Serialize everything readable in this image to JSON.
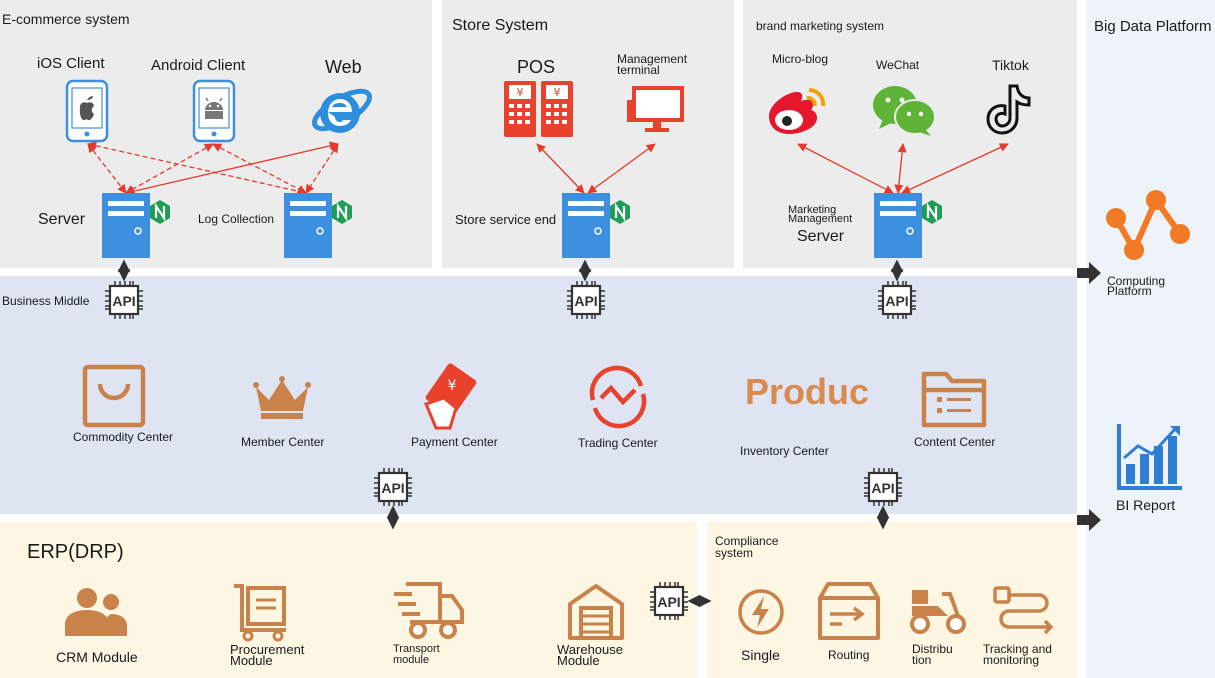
{
  "sections": {
    "ecommerce": "E-commerce system",
    "store": "Store System",
    "brand": "brand marketing system",
    "bigdata": "Big Data Platform",
    "middle": "Business Middle",
    "erp": "ERP(DRP)",
    "compliance_l1": "Compliance",
    "compliance_l2": "system"
  },
  "ecommerce": {
    "ios": "iOS Client",
    "android": "Android Client",
    "web": "Web",
    "server": "Server",
    "log": "Log Collection"
  },
  "store": {
    "pos": "POS",
    "mgmt_l1": "Management",
    "mgmt_l2": "terminal",
    "service": "Store service end"
  },
  "brand": {
    "microblog": "Micro-blog",
    "wechat": "WeChat",
    "tiktok": "Tiktok",
    "server_l1": "Marketing",
    "server_l2": "Management",
    "server_l3": "Server"
  },
  "api_label": "API",
  "middle": {
    "commodity": "Commodity Center",
    "member": "Member Center",
    "payment": "Payment Center",
    "trading": "Trading Center",
    "produc": "Produc",
    "inventory": "Inventory Center",
    "content": "Content Center"
  },
  "bigdata_items": {
    "computing_l1": "Computing",
    "computing_l2": "Platform",
    "bi": "BI Report"
  },
  "erp": {
    "crm": "CRM Module",
    "proc_l1": "Procurement",
    "proc_l2": "Module",
    "trans_l1": "Transport",
    "trans_l2": "module",
    "ware_l1": "Warehouse",
    "ware_l2": "Module"
  },
  "compliance": {
    "single": "Single",
    "routing": "Routing",
    "dist_l1": "Distribu",
    "dist_l2": "tion",
    "track_l1": "Tracking and",
    "track_l2": "monitoring"
  },
  "colors": {
    "accent_orange": "#c8824a",
    "red": "#e8412c",
    "server_blue": "#3d8fe0",
    "nginx_green": "#1f9d55",
    "chart_blue": "#2e7fd3",
    "bigdata_orange": "#f37a24"
  }
}
